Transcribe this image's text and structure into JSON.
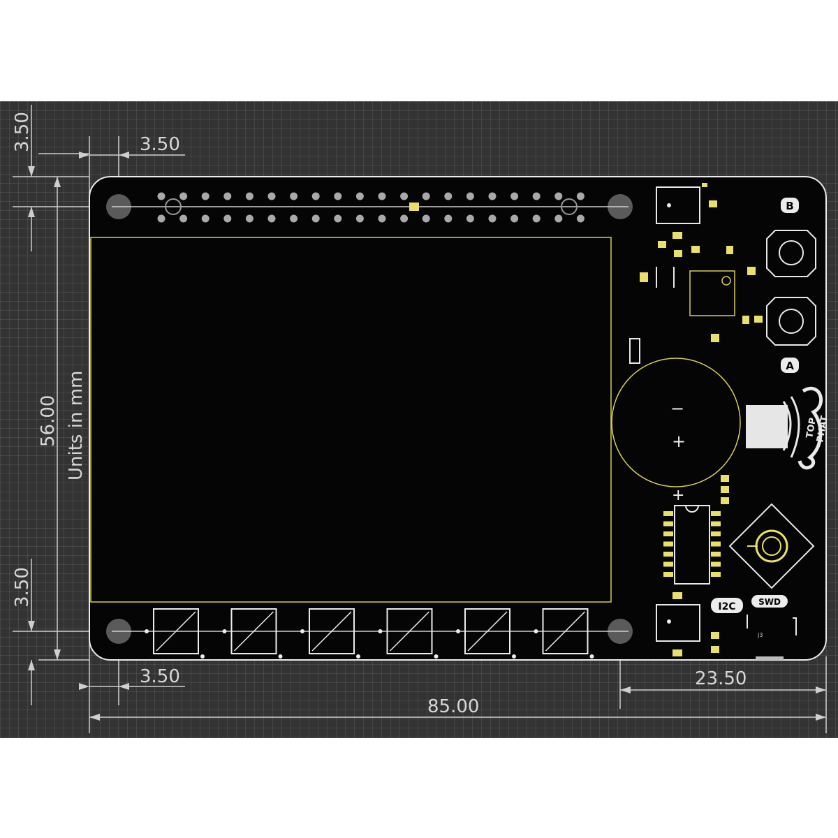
{
  "dimensions": {
    "top_margin": "3.50",
    "left_margin_top": "3.50",
    "board_height": "56.00",
    "units_caption": "Units in mm",
    "bottom_margin": "3.50",
    "left_margin_bottom": "3.50",
    "right_offset": "23.50",
    "board_width": "85.00"
  },
  "labels": {
    "button_b": "B",
    "button_a": "A",
    "i2c": "I2C",
    "swd": "SWD",
    "battery_minus": "−",
    "battery_plus": "+",
    "logo_line1": "TOP",
    "logo_line2": "PHAT",
    "led_connector": "J3"
  },
  "colors": {
    "background": "#333333",
    "board": "#050505",
    "silkscreen": "#e9e9e9",
    "copper": "#d8cf55",
    "dimension": "#cfcfcf"
  }
}
